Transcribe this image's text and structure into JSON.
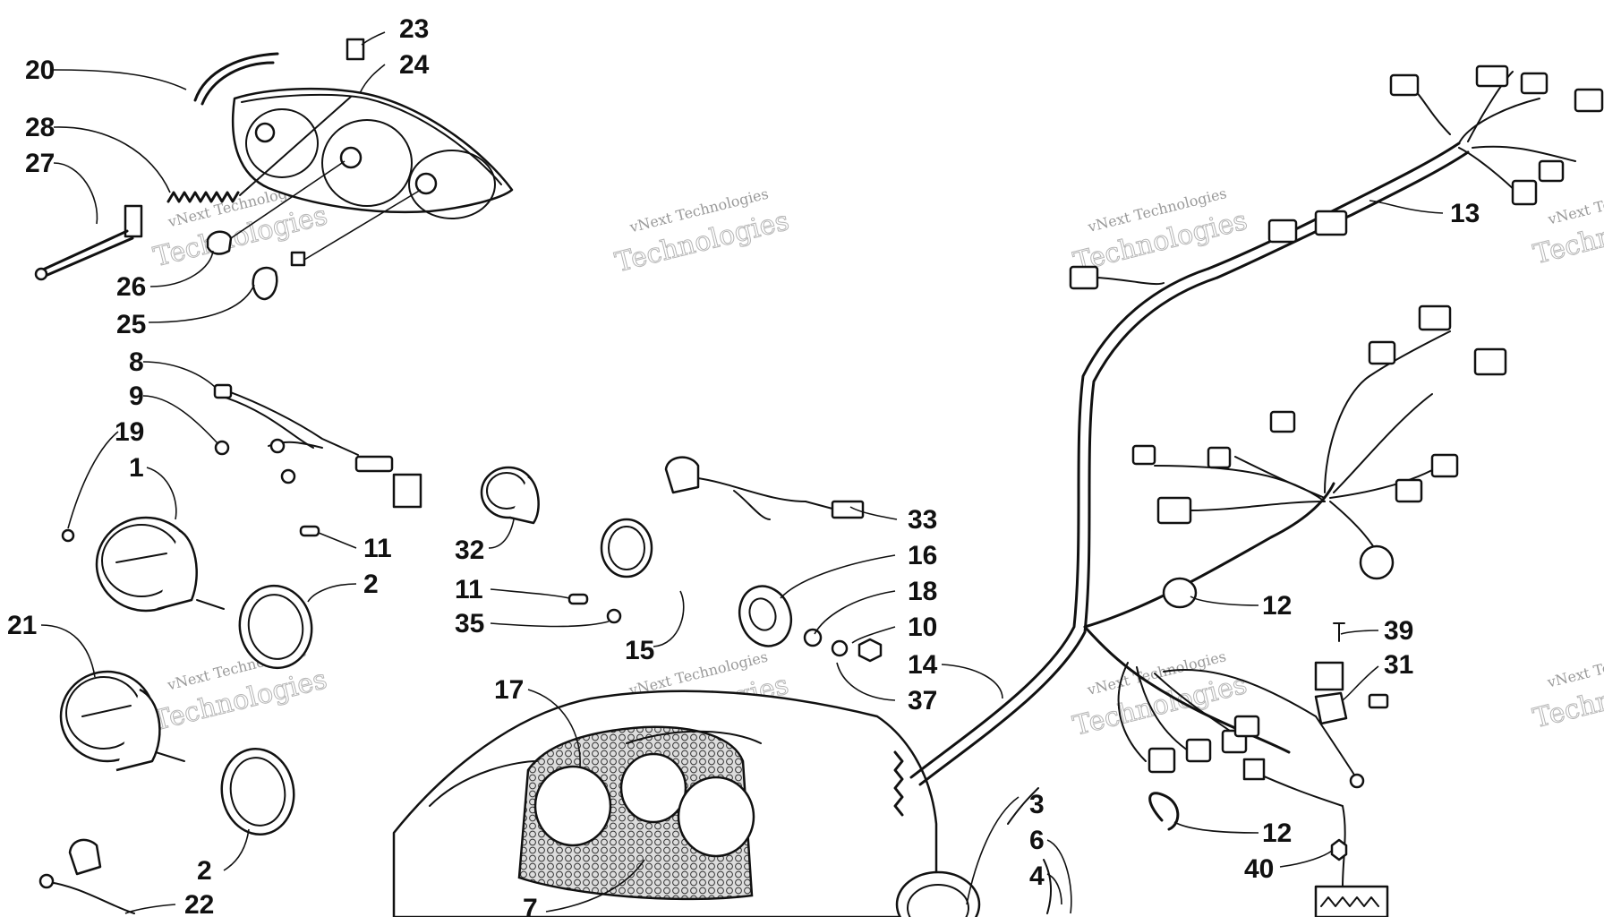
{
  "watermark": {
    "line1": "vNext Technologies",
    "line2": "Technologies"
  },
  "callouts": [
    {
      "id": "c20a",
      "text": "20"
    },
    {
      "id": "c23",
      "text": "23"
    },
    {
      "id": "c24",
      "text": "24"
    },
    {
      "id": "c28",
      "text": "28"
    },
    {
      "id": "c27",
      "text": "27"
    },
    {
      "id": "c26",
      "text": "26"
    },
    {
      "id": "c25",
      "text": "25"
    },
    {
      "id": "c8",
      "text": "8"
    },
    {
      "id": "c9",
      "text": "9"
    },
    {
      "id": "c19",
      "text": "19"
    },
    {
      "id": "c1",
      "text": "1"
    },
    {
      "id": "c11a",
      "text": "11"
    },
    {
      "id": "c2a",
      "text": "2"
    },
    {
      "id": "c21",
      "text": "21"
    },
    {
      "id": "c2b",
      "text": "2"
    },
    {
      "id": "c22",
      "text": "22"
    },
    {
      "id": "c33",
      "text": "33"
    },
    {
      "id": "c32",
      "text": "32"
    },
    {
      "id": "c16",
      "text": "16"
    },
    {
      "id": "c11b",
      "text": "11"
    },
    {
      "id": "c18",
      "text": "18"
    },
    {
      "id": "c35",
      "text": "35"
    },
    {
      "id": "c10",
      "text": "10"
    },
    {
      "id": "c15",
      "text": "15"
    },
    {
      "id": "c14",
      "text": "14"
    },
    {
      "id": "c17",
      "text": "17"
    },
    {
      "id": "c37",
      "text": "37"
    },
    {
      "id": "c7",
      "text": "7"
    },
    {
      "id": "c13",
      "text": "13"
    },
    {
      "id": "c12a",
      "text": "12"
    },
    {
      "id": "c39",
      "text": "39"
    },
    {
      "id": "c31",
      "text": "31"
    },
    {
      "id": "c12b",
      "text": "12"
    },
    {
      "id": "c40",
      "text": "40"
    },
    {
      "id": "c3",
      "text": "3"
    },
    {
      "id": "c6",
      "text": "6"
    },
    {
      "id": "c4",
      "text": "4"
    }
  ]
}
